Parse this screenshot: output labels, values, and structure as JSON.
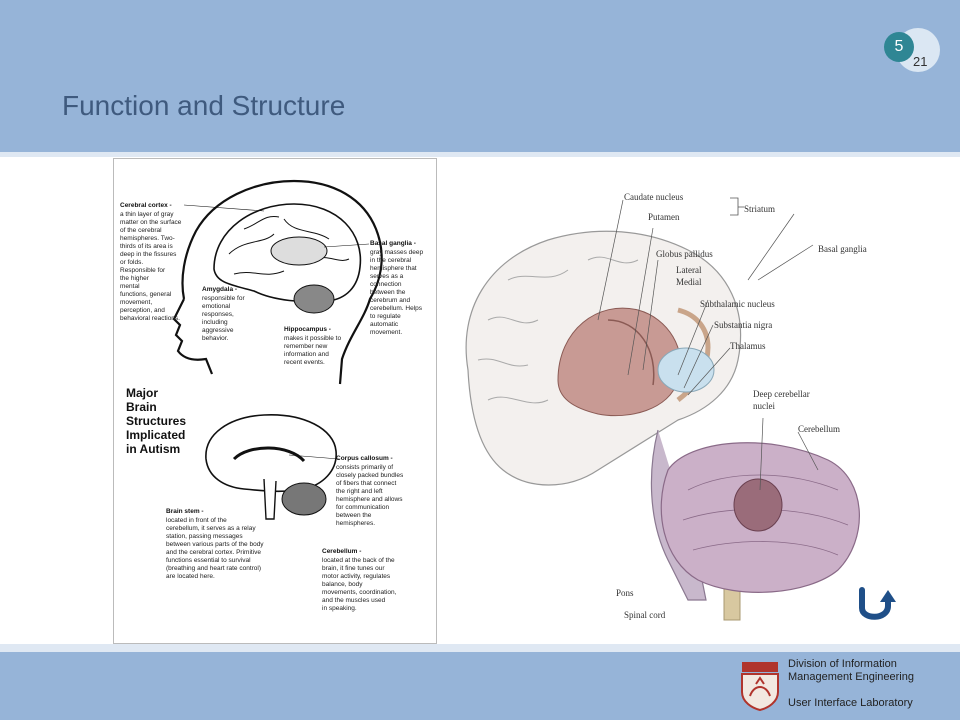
{
  "slide": {
    "title": "Function and Structure",
    "page_number": "5",
    "page_total": "21"
  },
  "left_figure": {
    "heading": [
      "Major",
      "Brain",
      "Structures",
      "Implicated",
      "in Autism"
    ],
    "labels": {
      "cerebral_cortex_title": "Cerebral cortex -",
      "cerebral_cortex_text": [
        "a thin layer of gray",
        "matter on the surface",
        "of the cerebral",
        "hemispheres. Two-",
        "thirds of its area is",
        "deep in the fissures",
        "or folds.",
        "Responsible for",
        "the higher",
        "mental",
        "functions, general",
        "movement,",
        "perception, and",
        "behavioral reactions."
      ],
      "amygdala_title": "Amygdala -",
      "amygdala_text": [
        "responsible for",
        "emotional",
        "responses,",
        "including",
        "aggressive",
        "behavior."
      ],
      "basal_ganglia_title": "Basal ganglia -",
      "basal_ganglia_text": [
        "gray masses deep",
        "in the cerebral",
        "hemisphere that",
        "serves as a",
        "connection",
        "between the",
        "cerebrum and",
        "cerebellum. Helps",
        "to regulate",
        "automatic",
        "movement."
      ],
      "hippocampus_title": "Hippocampus -",
      "hippocampus_text": [
        "makes it possible to",
        "remember new",
        "information and",
        "recent events."
      ],
      "corpus_callosum_title": "Corpus callosum -",
      "corpus_callosum_text": [
        "consists primarily of",
        "closely packed bundles",
        "of fibers that connect",
        "the right and left",
        "hemisphere and allows",
        "for communication",
        "between the",
        "hemispheres."
      ],
      "brain_stem_title": "Brain stem -",
      "brain_stem_text": [
        "located in front of the",
        "cerebellum, it serves as a relay",
        "station, passing messages",
        "between various parts of the body",
        "and the cerebral cortex. Primitive",
        "functions essential to survival",
        "(breathing and heart rate control)",
        "are located here."
      ],
      "cerebellum_title": "Cerebellum -",
      "cerebellum_text": [
        "located at the back of the",
        "brain, it fine tunes our",
        "motor activity, regulates",
        "balance, body",
        "movements, coordination,",
        "and the muscles used",
        "in speaking."
      ]
    }
  },
  "right_figure": {
    "labels": {
      "caudate": "Caudate nucleus",
      "putamen": "Putamen",
      "striatum": "Striatum",
      "globus": "Globus pallidus",
      "lateral": "Lateral",
      "medial": "Medial",
      "basal": "Basal ganglia",
      "subthalamic": "Subthalamic nucleus",
      "nigra": "Substantia nigra",
      "thalamus": "Thalamus",
      "deep1": "Deep cerebellar",
      "deep2": "nuclei",
      "cerebellum": "Cerebellum",
      "pons": "Pons",
      "spinal": "Spinal cord"
    }
  },
  "footer": {
    "department": "Division of Information Management Engineering",
    "lab": "User Interface Laboratory"
  },
  "colors": {
    "header": "#96b4d8",
    "title": "#3f5a7e",
    "badge": "#2f8694",
    "logo": "#b0342c"
  },
  "icons": {
    "return": "return-arrow-icon",
    "logo": "university-crest-icon"
  }
}
